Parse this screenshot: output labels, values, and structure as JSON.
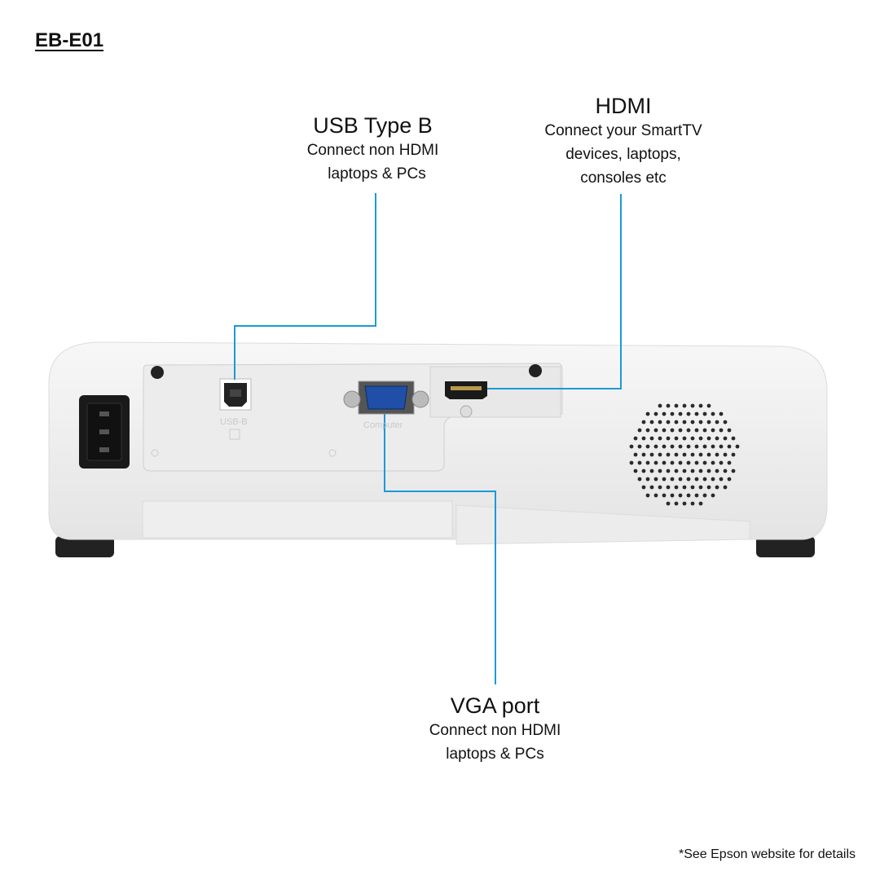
{
  "model": "EB-E01",
  "callouts": {
    "usb": {
      "title": "USB Type B",
      "line1": "Connect non HDMI",
      "line2": "laptops & PCs"
    },
    "hdmi": {
      "title": "HDMI",
      "line1": "Connect your SmartTV",
      "line2": "devices, laptops,",
      "line3": "consoles etc"
    },
    "vga": {
      "title": "VGA port",
      "line1": "Connect non HDMI",
      "line2": "laptops & PCs"
    }
  },
  "port_labels": {
    "usb": "USB-B",
    "vga": "Computer"
  },
  "footnote": "*See Epson website for details",
  "colors": {
    "leader_line": "#1b9ad6",
    "vga_port": "#1f4fa8"
  }
}
